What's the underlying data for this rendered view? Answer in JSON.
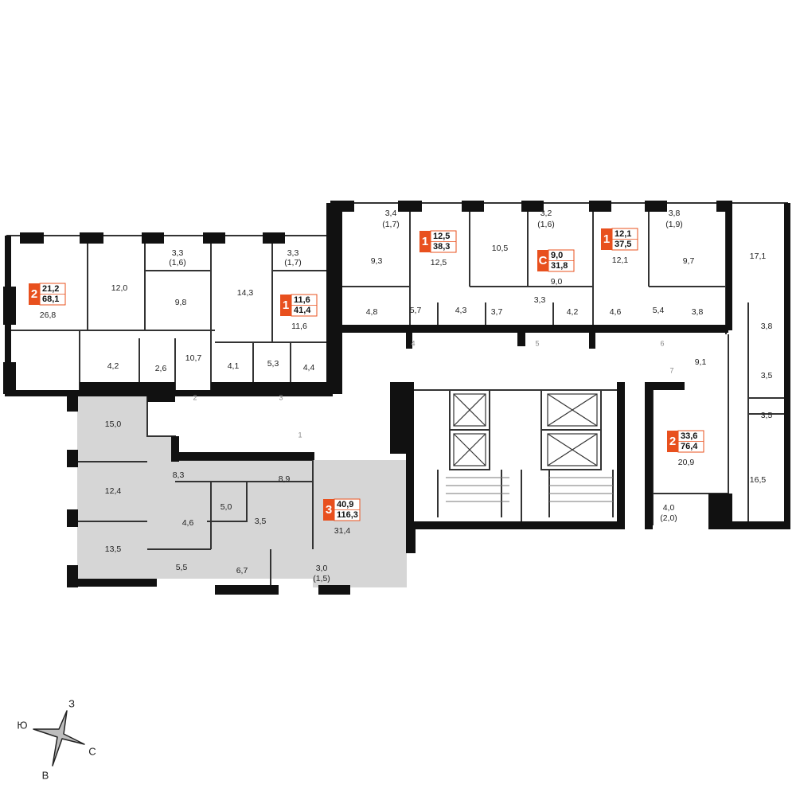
{
  "colors": {
    "accent": "#e8501e",
    "wall": "#111111",
    "shaded_unit": "#d6d6d6",
    "thin_line": "#555555"
  },
  "units": [
    {
      "type": "2",
      "living": "21,2",
      "total": "68,1",
      "sub": "26,8"
    },
    {
      "type": "1",
      "living": "11,6",
      "total": "41,4",
      "sub": "11,6"
    },
    {
      "type": "1",
      "living": "12,5",
      "total": "38,3",
      "sub": "12,5"
    },
    {
      "type": "С",
      "living": "9,0",
      "total": "31,8",
      "sub": "9,0"
    },
    {
      "type": "1",
      "living": "12,1",
      "total": "37,5",
      "sub": "12,1"
    },
    {
      "type": "2",
      "living": "33,6",
      "total": "76,4",
      "sub": "20,9"
    },
    {
      "type": "3",
      "living": "40,9",
      "total": "116,3",
      "sub": "31,4"
    }
  ],
  "rooms": [
    "12,0",
    "9,8",
    "3,3",
    "(1,6)",
    "14,3",
    "3,3",
    "(1,7)",
    "4,2",
    "2,6",
    "10,7",
    "4,1",
    "5,3",
    "4,4",
    "3,4",
    "(1,7)",
    "9,3",
    "4,8",
    "5,7",
    "4,3",
    "10,5",
    "3,2",
    "(1,6)",
    "3,7",
    "3,3",
    "4,2",
    "3,8",
    "(1,9)",
    "9,7",
    "4,6",
    "5,4",
    "3,8",
    "17,1",
    "3,8",
    "3,5",
    "3,5",
    "16,5",
    "9,1",
    "4,0",
    "(2,0)",
    "15,0",
    "12,4",
    "13,5",
    "8,3",
    "4,6",
    "5,0",
    "8,9",
    "3,5",
    "5,5",
    "6,7",
    "3,0",
    "(1,5)"
  ],
  "hall_numbers": [
    "1",
    "2",
    "3",
    "4",
    "5",
    "6",
    "7"
  ],
  "compass": {
    "north": "З",
    "east": "С",
    "south": "В",
    "west": "Ю"
  }
}
